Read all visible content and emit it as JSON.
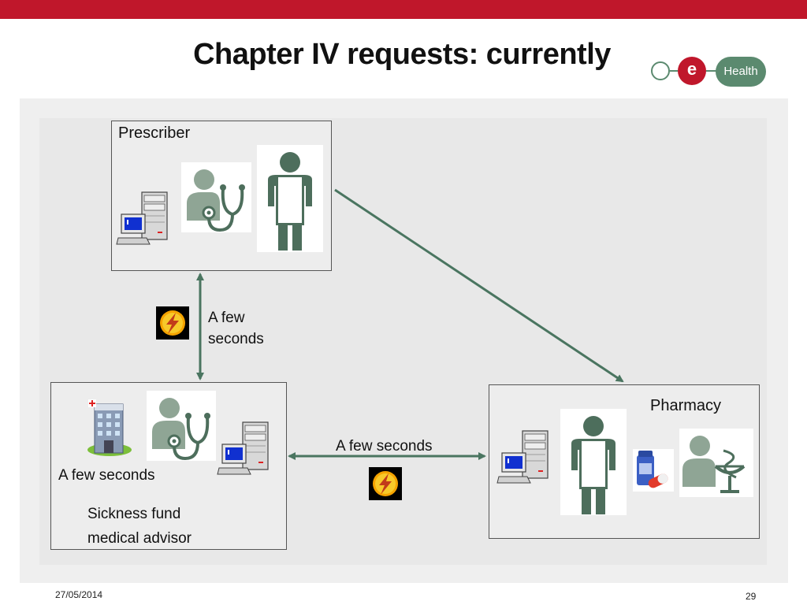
{
  "slide": {
    "title": "Chapter IV requests: currently",
    "date": "27/05/2014",
    "page_number": "29"
  },
  "logo": {
    "letter": "e",
    "word": "Health",
    "brand_red": "#c0172b",
    "brand_green": "#5b8a6f"
  },
  "diagram": {
    "prescriber": {
      "label": "Prescriber"
    },
    "pharmacy": {
      "label": "Pharmacy"
    },
    "sickness_fund": {
      "time_label": "A few seconds",
      "label_line1": "Sickness fund",
      "label_line2": "medical advisor"
    },
    "link_prescriber_fund": {
      "line1": "A few",
      "line2": "seconds"
    },
    "link_fund_pharmacy": {
      "label": "A few seconds"
    },
    "arrow_color": "#4a7560",
    "icon_color": "#4d6e5c"
  }
}
